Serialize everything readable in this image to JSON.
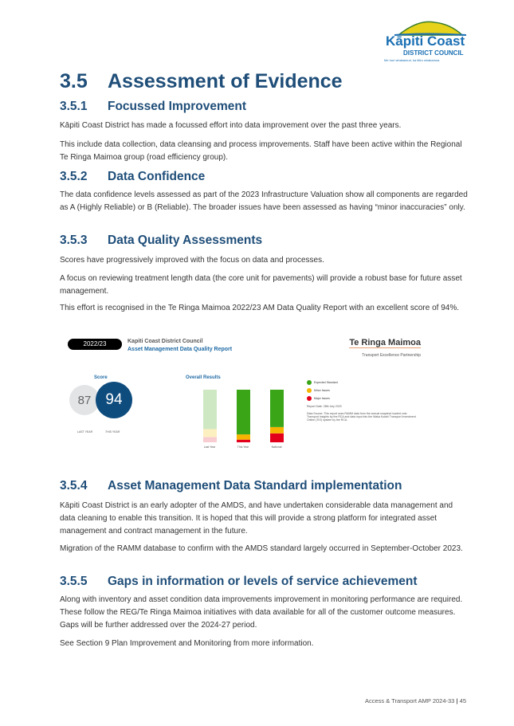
{
  "logo": {
    "name": "Kāpiti Coast",
    "sub": "DISTRICT COUNCIL",
    "tagline": "Me huri whakamuri, ka titiro whakamua"
  },
  "heading": {
    "num": "3.5",
    "title": "Assessment of Evidence"
  },
  "sections": [
    {
      "num": "3.5.1",
      "title": "Focussed Improvement",
      "paras": [
        "Kāpiti Coast District has made a focussed effort into data improvement over the past three years.",
        "This include data collection, data cleansing and process improvements.  Staff have been active within the Regional Te Ringa Maimoa group (road efficiency group)."
      ]
    },
    {
      "num": "3.5.2",
      "title": "Data Confidence",
      "paras": [
        "The data confidence levels assessed as part of the 2023 Infrastructure Valuation show all components are regarded as A (Highly Reliable) or B (Reliable).  The broader issues have been assessed as having “minor inaccuracies” only."
      ]
    },
    {
      "num": "3.5.3",
      "title": "Data Quality Assessments",
      "paras": [
        "Scores have progressively improved with the focus on data and processes.",
        "A focus on reviewing treatment length data (the core unit for pavements) will provide a robust base for future asset management.",
        "This effort is recognised in the Te Ringa Maimoa 2022/23 AM Data Quality Report with an excellent score of 94%."
      ]
    },
    {
      "num": "3.5.4",
      "title": "Asset Management Data Standard implementation",
      "paras": [
        "Kāpiti Coast District is an early adopter of the AMDS, and have undertaken considerable data management and data cleaning to enable this transition.  It is hoped that this will provide a strong platform for integrated asset management and contract management in the future.",
        "Migration of the RAMM database to confirm with the AMDS standard largely occurred in September-October 2023."
      ]
    },
    {
      "num": "3.5.5",
      "title": "Gaps in information or levels of service achievement",
      "paras": [
        "Along with inventory and asset condition data improvements improvement in monitoring performance are required.  These follow the REG/Te Ringa Maimoa initiatives with data available for all of the customer outcome measures.  Gaps will be further addressed over the 2024-27 period.",
        "See Section 9 Plan Improvement and Monitoring from more information."
      ]
    }
  ],
  "report": {
    "year": "2022/23",
    "council": "Kapiti Coast District Council",
    "title": "Asset Management Data Quality Report",
    "brand": "Te Ringa Maimoa",
    "brand_sub": "Transport Excellence Partnership",
    "score_label": "Score",
    "last_score": "87",
    "this_score": "94",
    "last_label": "LAST YEAR",
    "this_label": "THIS YEAR",
    "results_label": "Overall Results",
    "legend": [
      "Expected Standard",
      "Minor Issues",
      "Major Issues"
    ],
    "report_date": "Report Date: 28th July 2023",
    "data_source": "Data Source: This report uses RAMM data from the annual snapshot loaded onto Transport Insights by the RCA and data input into the Waka Kotahi Transport Investment Online (TIO) system by the RCA.",
    "colors": {
      "green": "#3aa517",
      "amber": "#f4b400",
      "red": "#e3001b",
      "navy": "#0e4c7e"
    }
  },
  "chart_data": {
    "type": "bar",
    "categories": [
      "Last Year",
      "This Year",
      "National"
    ],
    "series": [
      {
        "name": "Expected Standard",
        "values": [
          75,
          85,
          71
        ]
      },
      {
        "name": "Minor Issues",
        "values": [
          15,
          10,
          12
        ]
      },
      {
        "name": "Major Issues",
        "values": [
          10,
          5,
          17
        ]
      }
    ],
    "ylim": [
      0,
      100
    ]
  },
  "footer": {
    "text": "Access & Transport AMP 2024-33",
    "sep": "|",
    "page": "45"
  }
}
